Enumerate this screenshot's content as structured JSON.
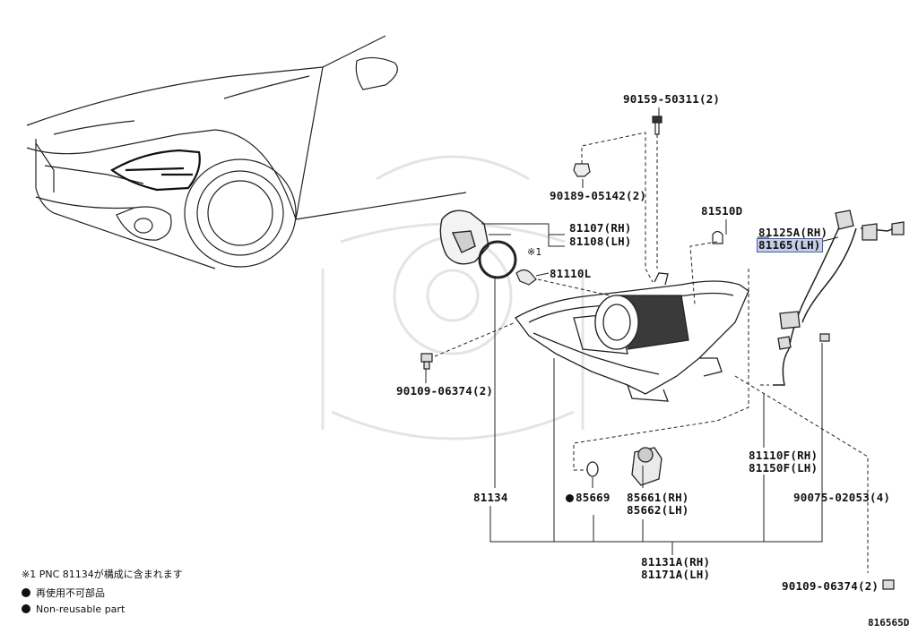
{
  "parts": {
    "bolt_top": "90159-50311(2)",
    "nut": "90189-05142(2)",
    "bulb_w": "81510D",
    "wire_rh": "81125A(RH)",
    "wire_lh": "81165(LH)",
    "cover_rh": "81107(RH)",
    "cover_lh": "81108(LH)",
    "mark_1": "※1",
    "socket": "81110L",
    "screw_left": "90109-06374(2)",
    "unit_rh": "81110F(RH)",
    "unit_lh": "81150F(LH)",
    "ring": "85669",
    "ballast_rh": "85661(RH)",
    "ballast_lh": "85662(LH)",
    "housing": "81134",
    "clip": "90075-02053(4)",
    "assy_rh": "81131A(RH)",
    "assy_lh": "81171A(LH)",
    "screw_bottom": "90109-06374(2)"
  },
  "legend": {
    "note1": "※1 PNC 81134が構成に含まれます",
    "item_jp": "再使用不可部品",
    "item_en": "Non-reusable part"
  },
  "diagram_code": "816565D"
}
